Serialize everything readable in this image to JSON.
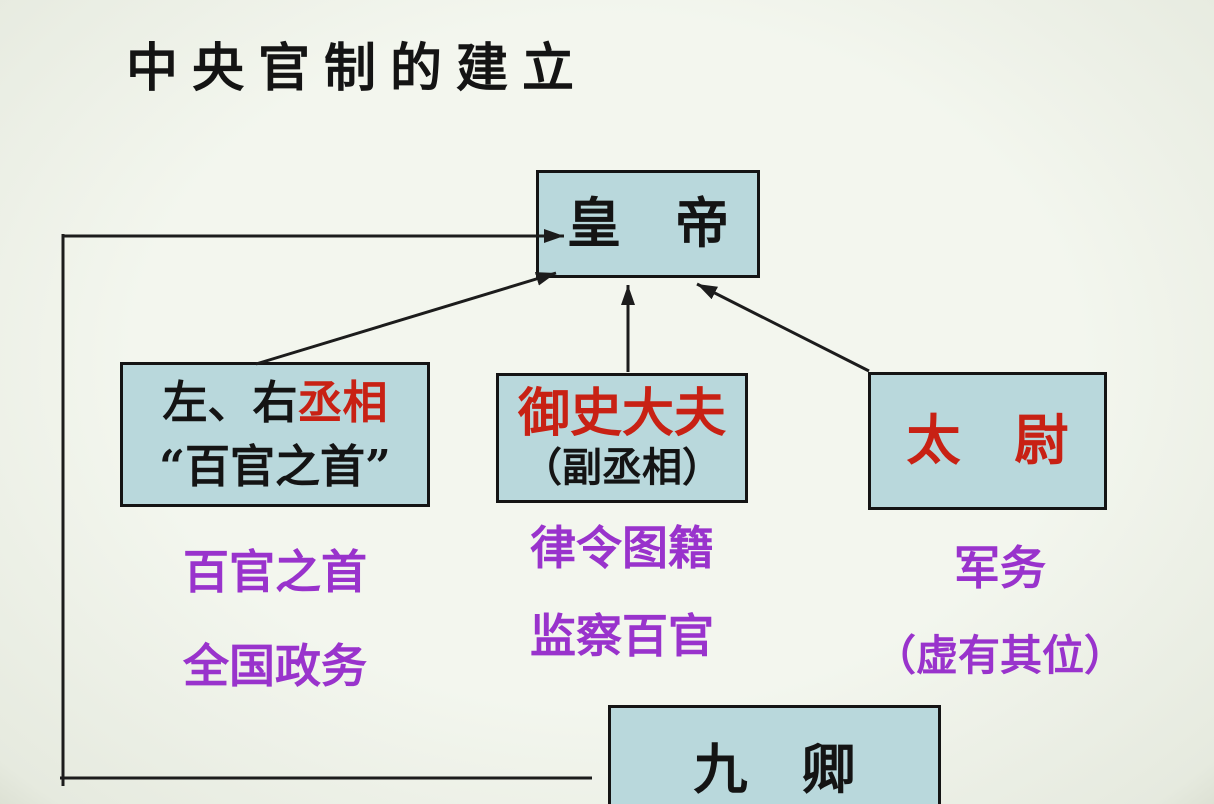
{
  "slide": {
    "title": "中央官制的建立"
  },
  "diagram": {
    "emperor": {
      "label": "皇　帝"
    },
    "chancellor": {
      "line1_black": "左、右",
      "line1_red": "丞相",
      "line2": "“百官之首”"
    },
    "censor": {
      "line1": "御史大夫",
      "line2": "（副丞相）"
    },
    "taiwei": {
      "label": "太　尉"
    },
    "nine_ministers": {
      "label": "九　卿"
    },
    "notes": {
      "chancellor": [
        "百官之首",
        "全国政务"
      ],
      "censor": [
        "律令图籍",
        "监察百官"
      ],
      "taiwei": [
        "军务",
        "（虚有其位）"
      ]
    }
  },
  "colors": {
    "background": "#f1f4ec",
    "box_fill": "#b9d8dc",
    "box_border": "#141414",
    "text_black": "#141414",
    "text_red": "#c82114",
    "text_purple": "#9933cc",
    "line": "#1c1c1c"
  }
}
